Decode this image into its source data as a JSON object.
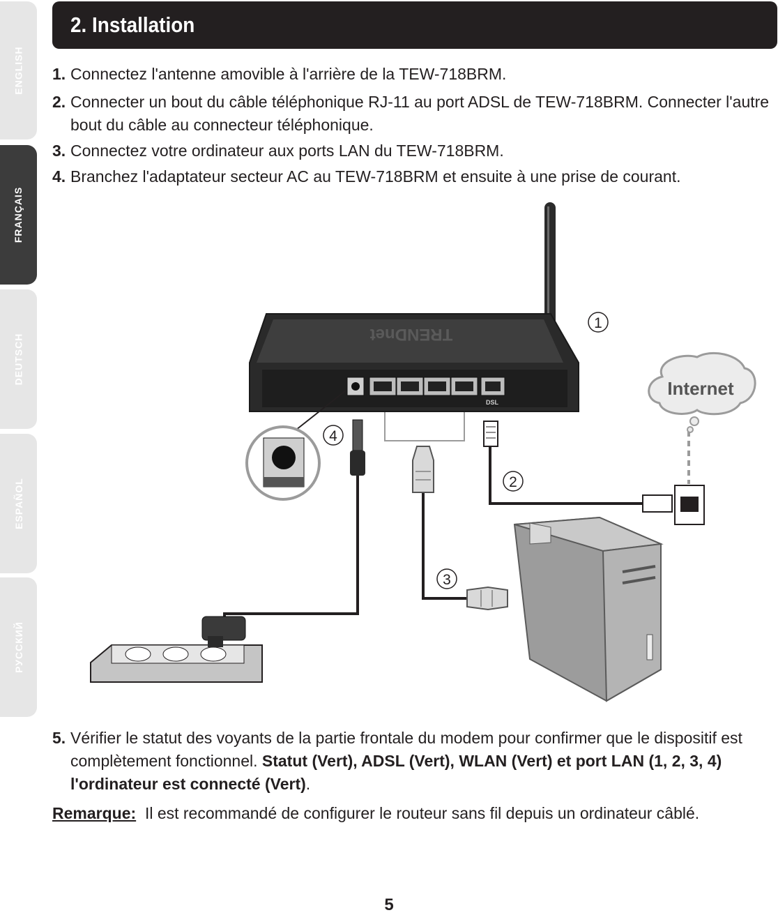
{
  "tabs": [
    {
      "label": "ENGLISH",
      "active": false
    },
    {
      "label": "FRANÇAIS",
      "active": true
    },
    {
      "label": "DEUTSCH",
      "active": false
    },
    {
      "label": "ESPAÑOL",
      "active": false
    },
    {
      "label": "РУССКИЙ",
      "active": false
    }
  ],
  "header": {
    "title": "2. Installation"
  },
  "steps": [
    {
      "num": "1.",
      "text": "Connectez l'antenne amovible à l'arrière de la TEW-718BRM."
    },
    {
      "num": "2.",
      "text": "Connecter un bout du câble téléphonique RJ-11 au port ADSL de TEW-718BRM. Connecter l'autre",
      "cont": "bout du câble au connecteur téléphonique."
    },
    {
      "num": "3.",
      "text": "Connectez votre ordinateur aux ports LAN du TEW-718BRM."
    },
    {
      "num": "4.",
      "text": "Branchez l'adaptateur secteur AC au TEW-718BRM et ensuite à une prise de courant."
    }
  ],
  "diagram": {
    "brand": "TRENDnet",
    "port_label": "DSL",
    "cloud_label": "Internet",
    "callouts": [
      "1",
      "2",
      "3",
      "4"
    ]
  },
  "step5": {
    "num": "5.",
    "line1": "Vérifier le statut des voyants de la partie frontale du modem pour confirmer que le dispositif est",
    "line2_plain": "complètement fonctionnel. ",
    "line2_bold": "Statut (Vert), ADSL (Vert), WLAN (Vert) et port LAN (1, 2, 3, 4)",
    "line3_bold": "l'ordinateur est connecté (Vert)",
    "line3_plain": "."
  },
  "remark": {
    "label": "Remarque:",
    "text": "Il est recommandé de configurer le routeur sans fil depuis un ordinateur câblé."
  },
  "page_number": "5"
}
